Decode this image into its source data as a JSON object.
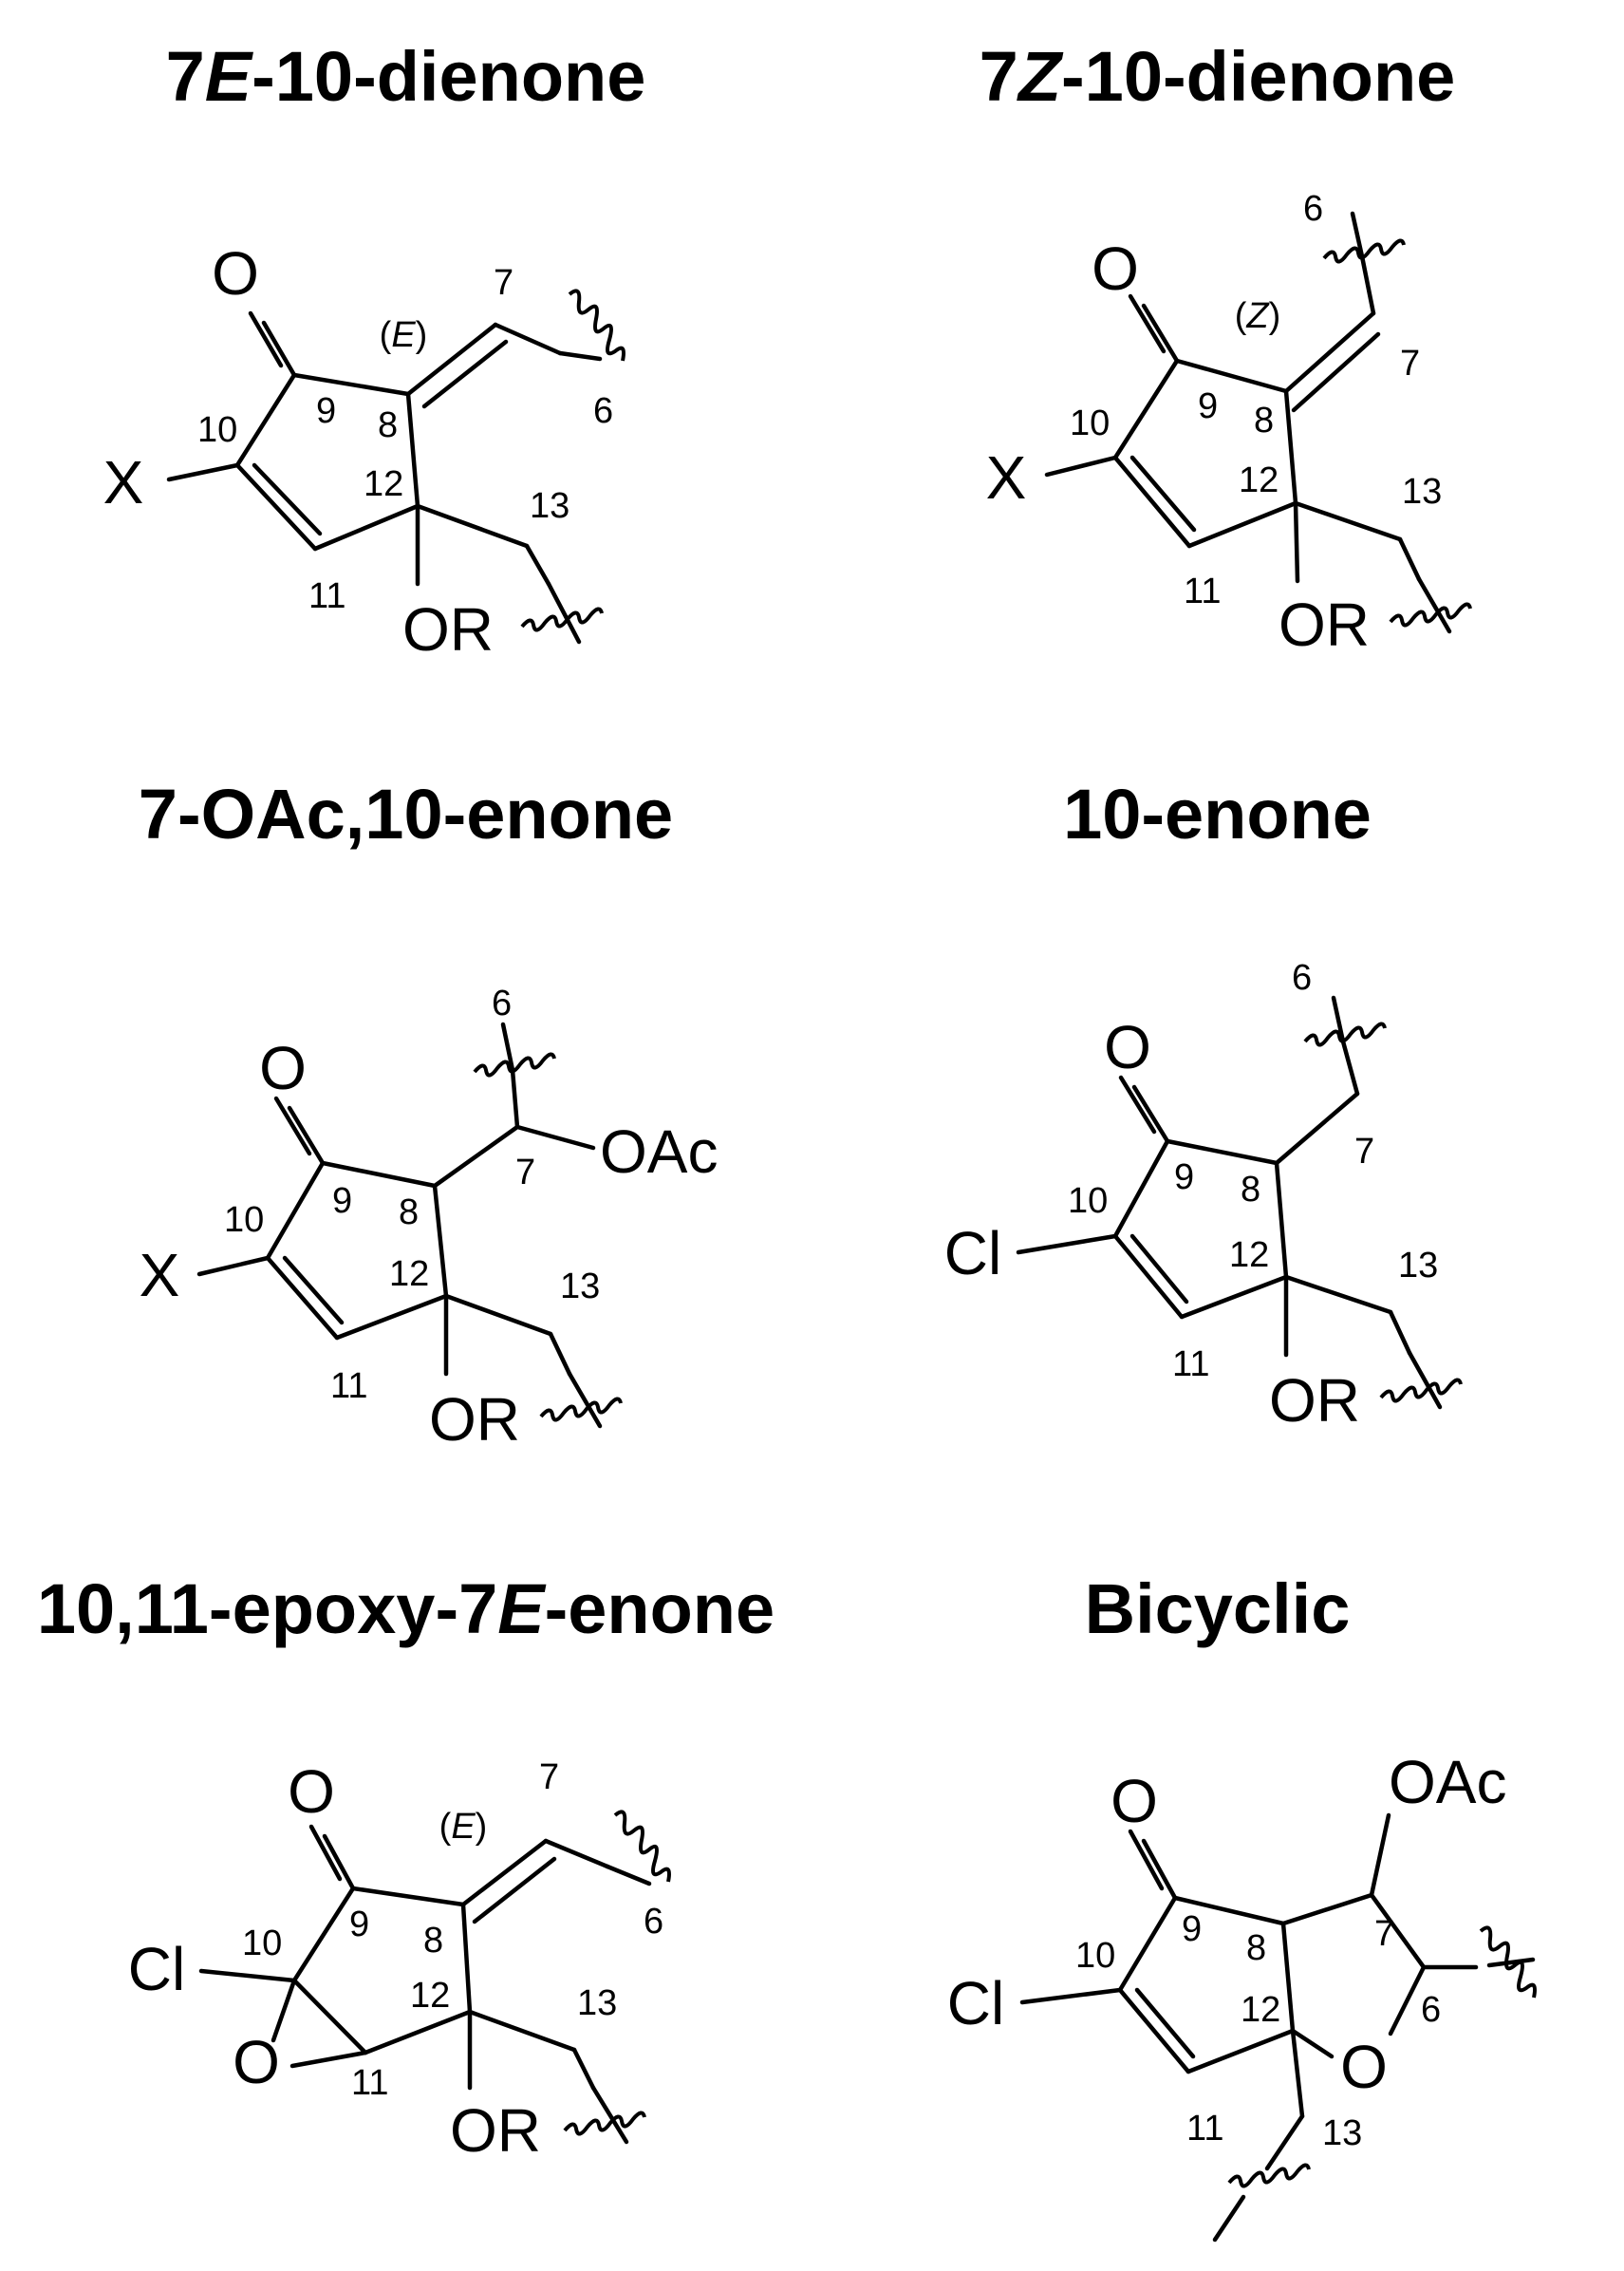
{
  "panels": [
    {
      "title": {
        "prefix": "7",
        "italic": "E",
        "suffix": "-10-dienone"
      },
      "atoms": {
        "ketone_o": "O",
        "substituent": "X",
        "oxy": "OR"
      },
      "stereo_label": {
        "open": "(",
        "letter": "E",
        "close": ")"
      },
      "locants": {
        "c6": "6",
        "c7": "7",
        "c8": "8",
        "c9": "9",
        "c10": "10",
        "c11": "11",
        "c12": "12",
        "c13": "13"
      }
    },
    {
      "title": {
        "prefix": "7",
        "italic": "Z",
        "suffix": "-10-dienone"
      },
      "atoms": {
        "ketone_o": "O",
        "substituent": "X",
        "oxy": "OR"
      },
      "stereo_label": {
        "open": "(",
        "letter": "Z",
        "close": ")"
      },
      "locants": {
        "c6": "6",
        "c7": "7",
        "c8": "8",
        "c9": "9",
        "c10": "10",
        "c11": "11",
        "c12": "12",
        "c13": "13"
      }
    },
    {
      "title": {
        "text": "7-OAc,10-enone"
      },
      "atoms": {
        "ketone_o": "O",
        "substituent": "X",
        "oxy": "OR",
        "acetate": "OAc"
      },
      "locants": {
        "c6": "6",
        "c7": "7",
        "c8": "8",
        "c9": "9",
        "c10": "10",
        "c11": "11",
        "c12": "12",
        "c13": "13"
      }
    },
    {
      "title": {
        "text": "10-enone"
      },
      "atoms": {
        "ketone_o": "O",
        "substituent": "Cl",
        "oxy": "OR"
      },
      "locants": {
        "c6": "6",
        "c7": "7",
        "c8": "8",
        "c9": "9",
        "c10": "10",
        "c11": "11",
        "c12": "12",
        "c13": "13"
      }
    },
    {
      "title": {
        "prefix": "10,11-epoxy-7",
        "italic": "E",
        "suffix": "-enone"
      },
      "atoms": {
        "ketone_o": "O",
        "substituent": "Cl",
        "oxy": "OR",
        "epoxide_o": "O"
      },
      "stereo_label": {
        "open": "(",
        "letter": "E",
        "close": ")"
      },
      "locants": {
        "c6": "6",
        "c7": "7",
        "c8": "8",
        "c9": "9",
        "c10": "10",
        "c11": "11",
        "c12": "12",
        "c13": "13"
      }
    },
    {
      "title": {
        "text": "Bicyclic"
      },
      "atoms": {
        "ketone_o": "O",
        "substituent": "Cl",
        "ring_o": "O",
        "acetate": "OAc"
      },
      "locants": {
        "c6": "6",
        "c7": "7",
        "c8": "8",
        "c9": "9",
        "c10": "10",
        "c11": "11",
        "c12": "12",
        "c13": "13"
      }
    }
  ]
}
